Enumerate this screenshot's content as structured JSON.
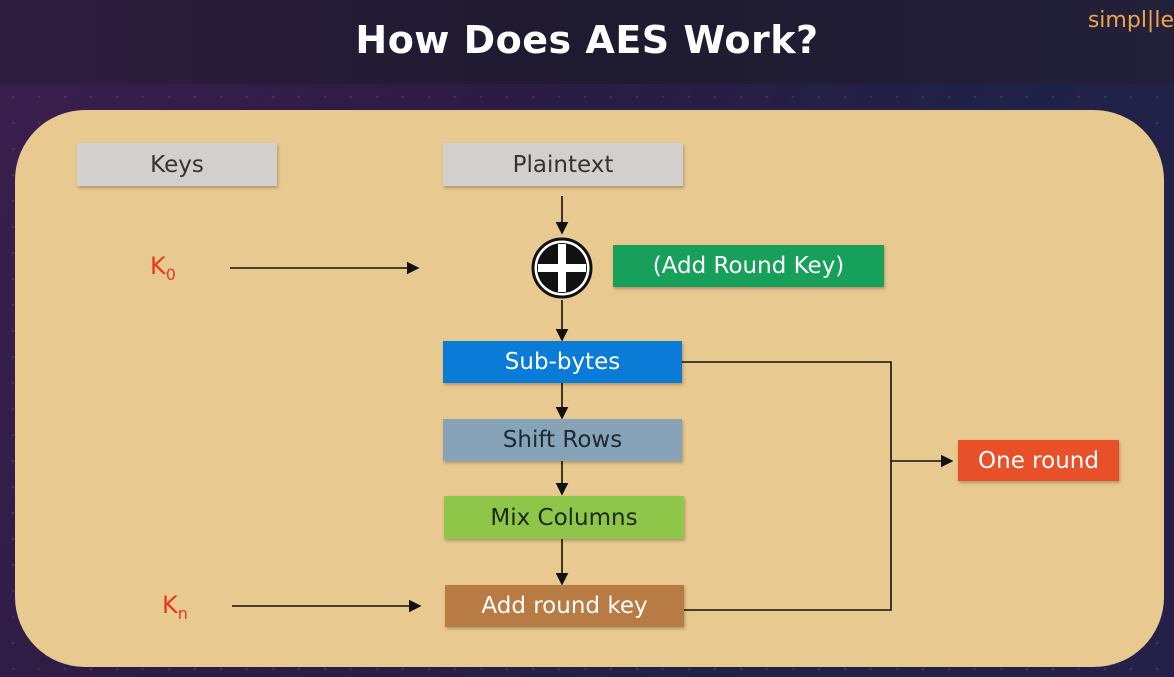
{
  "title": "How Does AES Work?",
  "logo": "simpl|le",
  "diagram": {
    "keys_label": "Keys",
    "plaintext_label": "Plaintext",
    "add_round_key_note": "(Add Round Key)",
    "sub_bytes_label": "Sub-bytes",
    "shift_rows_label": "Shift Rows",
    "mix_columns_label": "Mix Columns",
    "add_round_key_label": "Add round key",
    "one_round_label": "One round",
    "k0": {
      "base": "K",
      "sub": "0"
    },
    "kn": {
      "base": "K",
      "sub": "n"
    }
  },
  "colors": {
    "panel": "#e8c98f",
    "gray_box": "#d2d0cc",
    "green_box": "#16a05a",
    "blue_box": "#0a7bd6",
    "steel_box": "#86a3b8",
    "lime_box": "#8ec64a",
    "brown_box": "#b87b43",
    "orange_box": "#e8502a",
    "key_text": "#e8381f"
  },
  "icons": {
    "xor": "circled-plus-icon"
  }
}
